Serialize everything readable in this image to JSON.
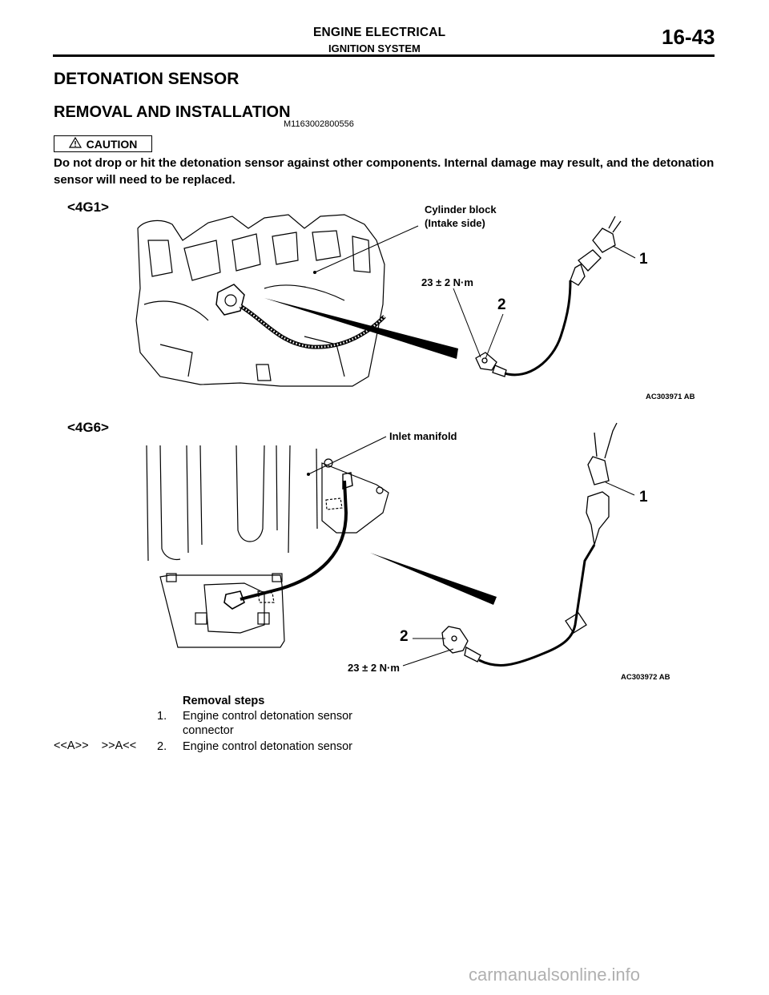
{
  "header": {
    "section": "ENGINE ELECTRICAL",
    "subsection": "IGNITION SYSTEM",
    "page_number": "16-43"
  },
  "title": "DETONATION SENSOR",
  "subtitle": "REMOVAL AND INSTALLATION",
  "doc_code": "M1163002800556",
  "caution": {
    "label": "CAUTION",
    "text": "Do not drop or hit the detonation sensor against other components. Internal damage may result, and the detonation sensor will need to be replaced."
  },
  "figure1": {
    "label": "<4G1>",
    "callout_block_line1": "Cylinder block",
    "callout_block_line2": "(Intake side)",
    "torque": "23 ± 2 N·m",
    "num1": "1",
    "num2": "2",
    "code": "AC303971 AB"
  },
  "figure2": {
    "label": "<4G6>",
    "callout_manifold": "Inlet manifold",
    "torque": "23 ± 2 N·m",
    "num1": "1",
    "num2": "2",
    "code": "AC303972 AB"
  },
  "steps": {
    "title": "Removal steps",
    "items": [
      {
        "num": "1.",
        "line1": "Engine control detonation sensor",
        "line2": "connector",
        "code": ""
      },
      {
        "num": "2.",
        "line1": "Engine control detonation sensor",
        "line2": "",
        "code": "<<A>>    >>A<<"
      }
    ]
  },
  "watermark": "carmanualsonline.info"
}
